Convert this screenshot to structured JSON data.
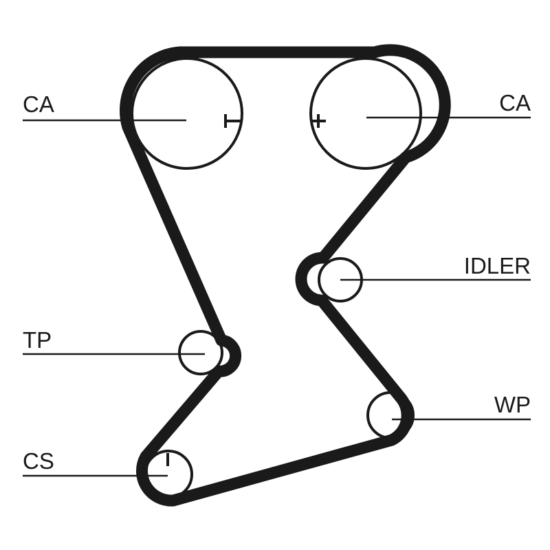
{
  "labels": {
    "ca_left": "CA",
    "ca_right": "CA",
    "idler": "IDLER",
    "tp": "TP",
    "wp": "WP",
    "cs": "CS"
  },
  "colors": {
    "line": "#1a1a1a",
    "background": "#ffffff"
  }
}
